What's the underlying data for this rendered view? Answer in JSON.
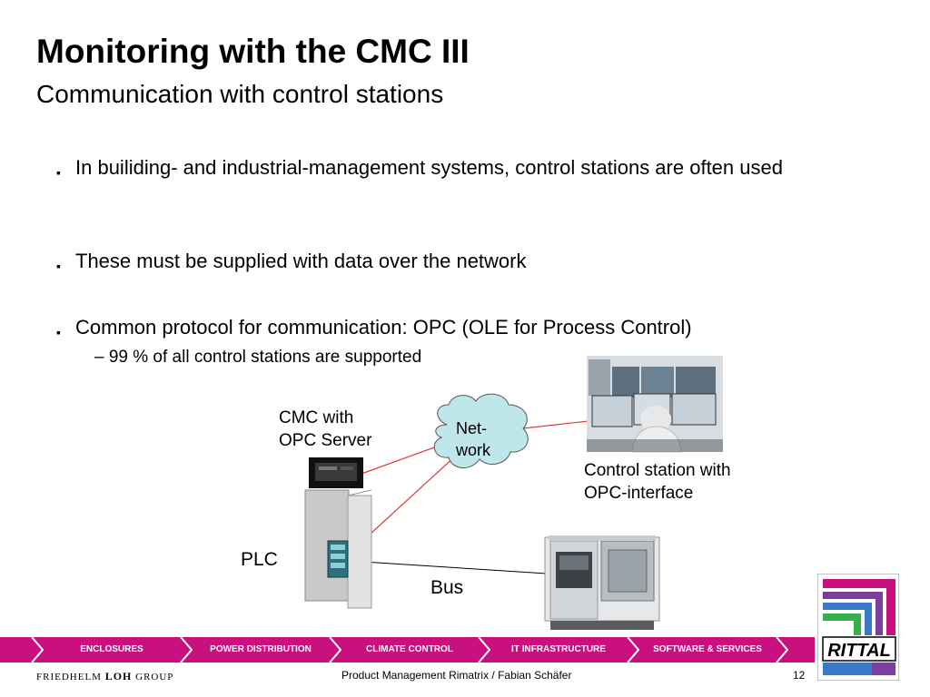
{
  "slide": {
    "title": "Monitoring with the CMC III",
    "subtitle": "Communication with control stations",
    "bullets": [
      {
        "mark": "▪",
        "text": "In builiding- and industrial-management systems, control stations are often used"
      },
      {
        "mark": "▪",
        "text": "These must be supplied with data over the network"
      },
      {
        "mark": "▪",
        "text": "Common protocol for communication: OPC (OLE for Process Control)"
      }
    ],
    "subbullet": "– 99 % of all control stations are supported"
  },
  "diagram": {
    "cmc_label_line1": "CMC with",
    "cmc_label_line2": "OPC Server",
    "network_line1": "Net-",
    "network_line2": "work",
    "control_label_line1": "Control station with",
    "control_label_line2": "OPC-interface",
    "plc_label": "PLC",
    "bus_label": "Bus"
  },
  "footer": {
    "nav": [
      "ENCLOSURES",
      "POWER DISTRIBUTION",
      "CLIMATE CONTROL",
      "IT INFRASTRUCTURE",
      "SOFTWARE & SERVICES"
    ],
    "group_prefix": "FRIEDHELM",
    "group_name": "LOH",
    "group_suffix": "GROUP",
    "center_text": "Product Management Rimatrix / Fabian Schäfer",
    "page_number": "12",
    "logo_text": "RITTAL"
  },
  "colors": {
    "magenta": "#c8117f",
    "connection_red": "#e23a3a",
    "cloud_fill": "#bfe6ea"
  }
}
